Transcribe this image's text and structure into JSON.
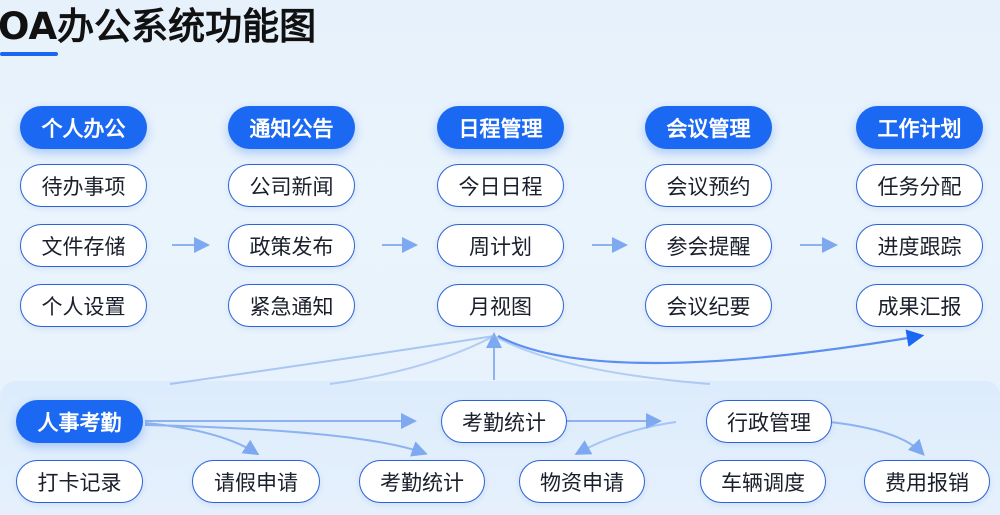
{
  "title": "OA办公系统功能图",
  "colors": {
    "accent": "#1b68f2",
    "pill_border": "#2a62d8",
    "arrow": "#7ea8f0",
    "text": "#1a1f2b"
  },
  "columns": [
    {
      "head": "个人办公",
      "items": [
        "待办事项",
        "文件存储",
        "个人设置"
      ]
    },
    {
      "head": "通知公告",
      "items": [
        "公司新闻",
        "政策发布",
        "紧急通知"
      ]
    },
    {
      "head": "日程管理",
      "items": [
        "今日日程",
        "周计划",
        "月视图"
      ]
    },
    {
      "head": "会议管理",
      "items": [
        "会议预约",
        "参会提醒",
        "会议纪要"
      ]
    },
    {
      "head": "工作计划",
      "items": [
        "任务分配",
        "进度跟踪",
        "成果汇报"
      ]
    }
  ],
  "bottom": {
    "head": "人事考勤",
    "mid_nodes": [
      "考勤统计",
      "行政管理"
    ],
    "items": [
      "打卡记录",
      "请假申请",
      "考勤统计",
      "物资申请",
      "车辆调度",
      "费用报销"
    ]
  },
  "icons": {
    "arrow": "arrow-right-icon"
  }
}
